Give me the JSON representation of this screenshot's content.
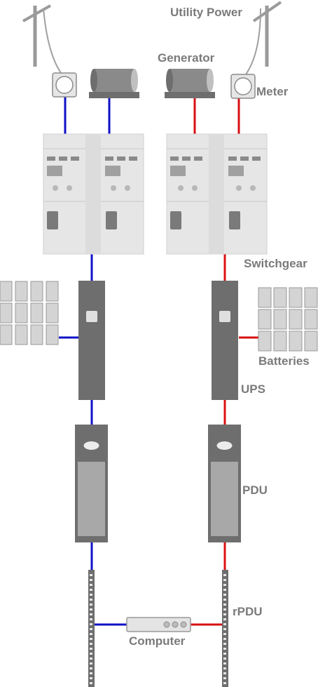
{
  "labels": {
    "utility_power": "Utility Power",
    "generator": "Generator",
    "meter": "Meter",
    "switchgear": "Switchgear",
    "batteries": "Batteries",
    "ups": "UPS",
    "pdu": "PDU",
    "rpdu": "rPDU",
    "computer": "Computer"
  },
  "colors": {
    "path_a": "#1010c8",
    "path_b": "#d81010",
    "equipment_dark": "#6e6e6e",
    "equipment_light": "#e4e4e4",
    "label_gray": "#7a7a7a"
  }
}
